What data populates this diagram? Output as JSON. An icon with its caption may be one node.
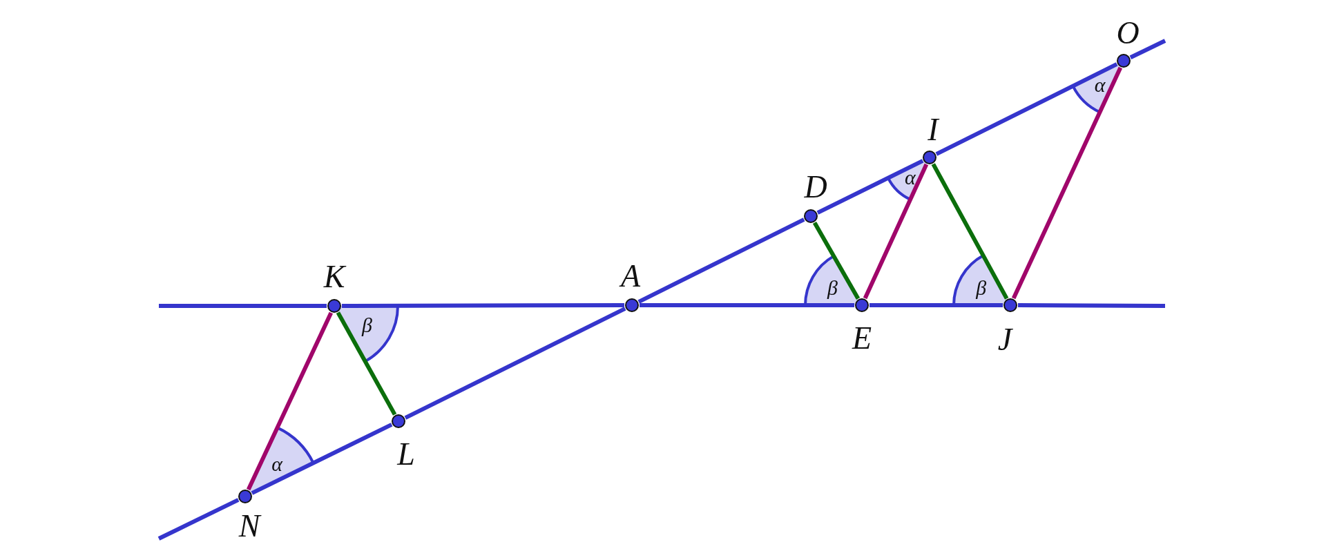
{
  "diagram": {
    "nodes": [
      {
        "text": [
          "O"
        ]
      },
      {
        "text": [
          "I"
        ]
      },
      {
        "text": [
          "D"
        ]
      },
      {
        "text": [
          "K"
        ]
      },
      {
        "text": [
          "A"
        ]
      },
      {
        "text": [
          "E"
        ]
      },
      {
        "text": [
          "J"
        ]
      },
      {
        "text": [
          "L"
        ]
      },
      {
        "text": [
          "N"
        ]
      }
    ],
    "edges": [
      {
        "from": 8,
        "to": 7,
        "arrow": "none"
      },
      {
        "from": 7,
        "to": 4,
        "arrow": "none"
      },
      {
        "from": 4,
        "to": 2,
        "arrow": "none"
      },
      {
        "from": 2,
        "to": 1,
        "arrow": "none"
      },
      {
        "from": 1,
        "to": 0,
        "arrow": "none"
      },
      {
        "from": 3,
        "to": 4,
        "arrow": "none"
      },
      {
        "from": 4,
        "to": 5,
        "arrow": "none"
      },
      {
        "from": 5,
        "to": 6,
        "arrow": "none"
      },
      {
        "from": 8,
        "to": 3,
        "arrow": "none",
        "color": "#a0066a"
      },
      {
        "from": 5,
        "to": 1,
        "arrow": "none",
        "color": "#a0066a"
      },
      {
        "from": 6,
        "to": 0,
        "arrow": "none",
        "color": "#a0066a"
      },
      {
        "from": 3,
        "to": 7,
        "arrow": "none",
        "color": "#0b6e0b"
      },
      {
        "from": 2,
        "to": 5,
        "arrow": "none",
        "color": "#0b6e0b"
      },
      {
        "from": 1,
        "to": 6,
        "arrow": "none",
        "color": "#0b6e0b"
      }
    ],
    "labels": [
      "α",
      "α",
      "β",
      "β",
      "β",
      "α"
    ]
  }
}
